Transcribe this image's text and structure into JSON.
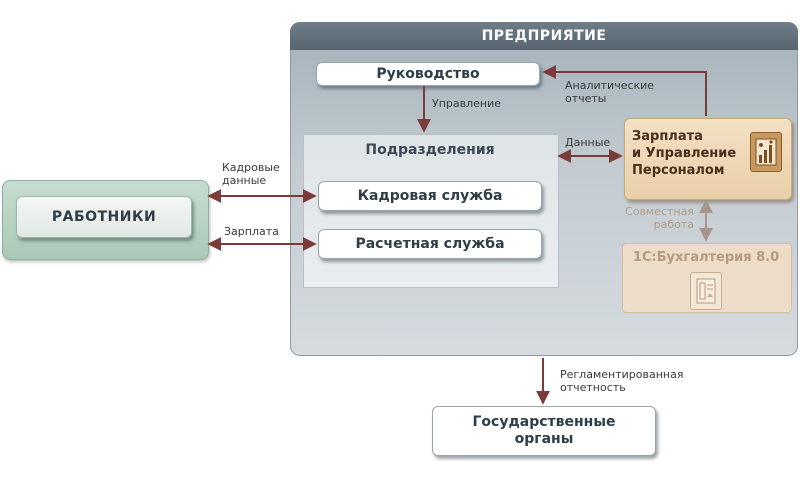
{
  "enterprise": {
    "title": "ПРЕДПРИЯТИЕ"
  },
  "management": {
    "label": "Руководство"
  },
  "subdivisions": {
    "title": "Подразделения",
    "hr_service": "Кадровая служба",
    "payroll_service": "Расчетная служба"
  },
  "workers": {
    "label": "РАБОТНИКИ"
  },
  "salary_system": {
    "label_line1": "Зарплата",
    "label_line2": "и Управление",
    "label_line3": "Персоналом",
    "icon": "chart-people-icon"
  },
  "accounting": {
    "label": "1С:Бухгалтерия 8.0",
    "icon": "ledger-icon"
  },
  "government": {
    "label_line1": "Государственные",
    "label_line2": "органы"
  },
  "edges": {
    "management": "Управление",
    "analytics_line1": "Аналитические",
    "analytics_line2": "отчеты",
    "data": "Данные",
    "hr_data_line1": "Кадровые",
    "hr_data_line2": "данные",
    "salary": "Зарплата",
    "joint_line1": "Совместная",
    "joint_line2": "работа",
    "reporting_line1": "Регламентированная",
    "reporting_line2": "отчетность"
  },
  "colors": {
    "arrow": "#7b3b3b",
    "arrow_light": "#a8948a",
    "enterprise_header": "#5f6d78",
    "workers_green": "#b8d3c3",
    "salary_tan": "#efd8b6"
  }
}
